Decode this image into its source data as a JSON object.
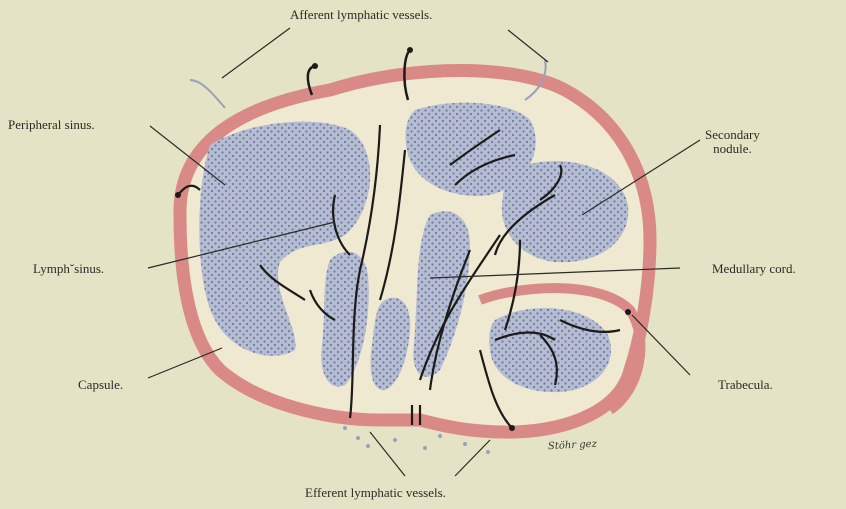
{
  "labels": {
    "afferent": "Afferent lymphatic vessels.",
    "peripheral_sinus": "Peripheral sinus.",
    "secondary_nodule_line1": "Secondary",
    "secondary_nodule_line2": "nodule.",
    "lymph_sinus": "Lymph˘sinus.",
    "medullary_cord": "Medullary cord.",
    "capsule": "Capsule.",
    "trabecula": "Trabecula.",
    "efferent": "Efferent lymphatic vessels."
  },
  "signature": "Stöhr gez",
  "colors": {
    "background": "#e4e3c6",
    "capsule": "#d98a86",
    "cortex": "#b6bdd0",
    "dots": "#6d7bab",
    "vessel": "#1c1b19"
  }
}
